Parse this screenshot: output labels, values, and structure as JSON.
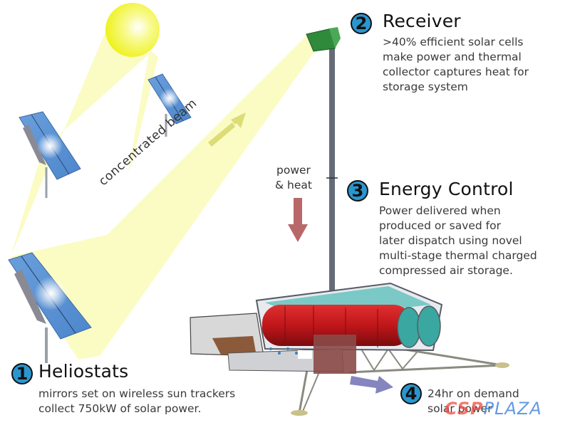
{
  "diagram": {
    "steps": [
      {
        "number": "1",
        "title": "Heliostats",
        "description": [
          "mirrors set on wireless sun trackers",
          "collect 750kW of solar power."
        ]
      },
      {
        "number": "2",
        "title": "Receiver",
        "description": [
          ">40% efficient solar cells",
          "make power and thermal",
          "collector captures heat for",
          "storage system"
        ]
      },
      {
        "number": "3",
        "title": "Energy Control",
        "description": [
          "Power delivered when",
          "produced or saved for",
          "later dispatch using novel",
          "multi-stage thermal charged",
          "compressed air storage."
        ]
      },
      {
        "number": "4",
        "title": "",
        "description": [
          "24hr on demand",
          "solar power"
        ]
      }
    ],
    "annotations": {
      "beam_label": "concentrated  beam",
      "power_heat_line1": "power",
      "power_heat_line2": "& heat"
    },
    "watermark": {
      "part1": "CSP",
      "part2": "PLAZA"
    },
    "colors": {
      "badge": "#2a96cf",
      "sunlight": "#fbfbc4",
      "sun": "#f2f52a",
      "receiver": "#2f8a3c",
      "beam_arrow": "#dcdc78",
      "power_arrow": "#b86868",
      "output_arrow": "#8585c0",
      "tank_red": "#c0161a",
      "tank_teal": "#3aa7a0"
    }
  }
}
